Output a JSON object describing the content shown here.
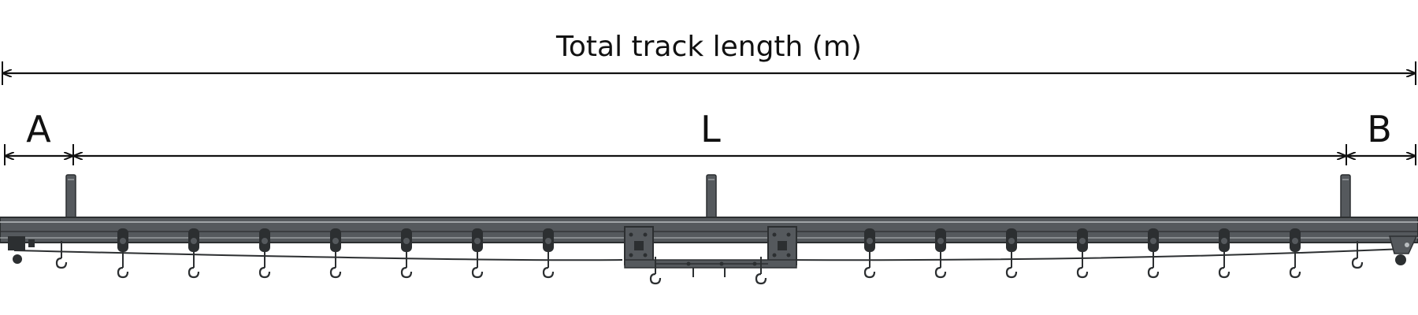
{
  "labels": {
    "total": "Total track length (m)",
    "a": "A",
    "l": "L",
    "b": "B"
  },
  "colors": {
    "track": "#55595d",
    "track_dark": "#2c2f31",
    "track_highlight": "#b9bdc0",
    "line": "#111111"
  }
}
